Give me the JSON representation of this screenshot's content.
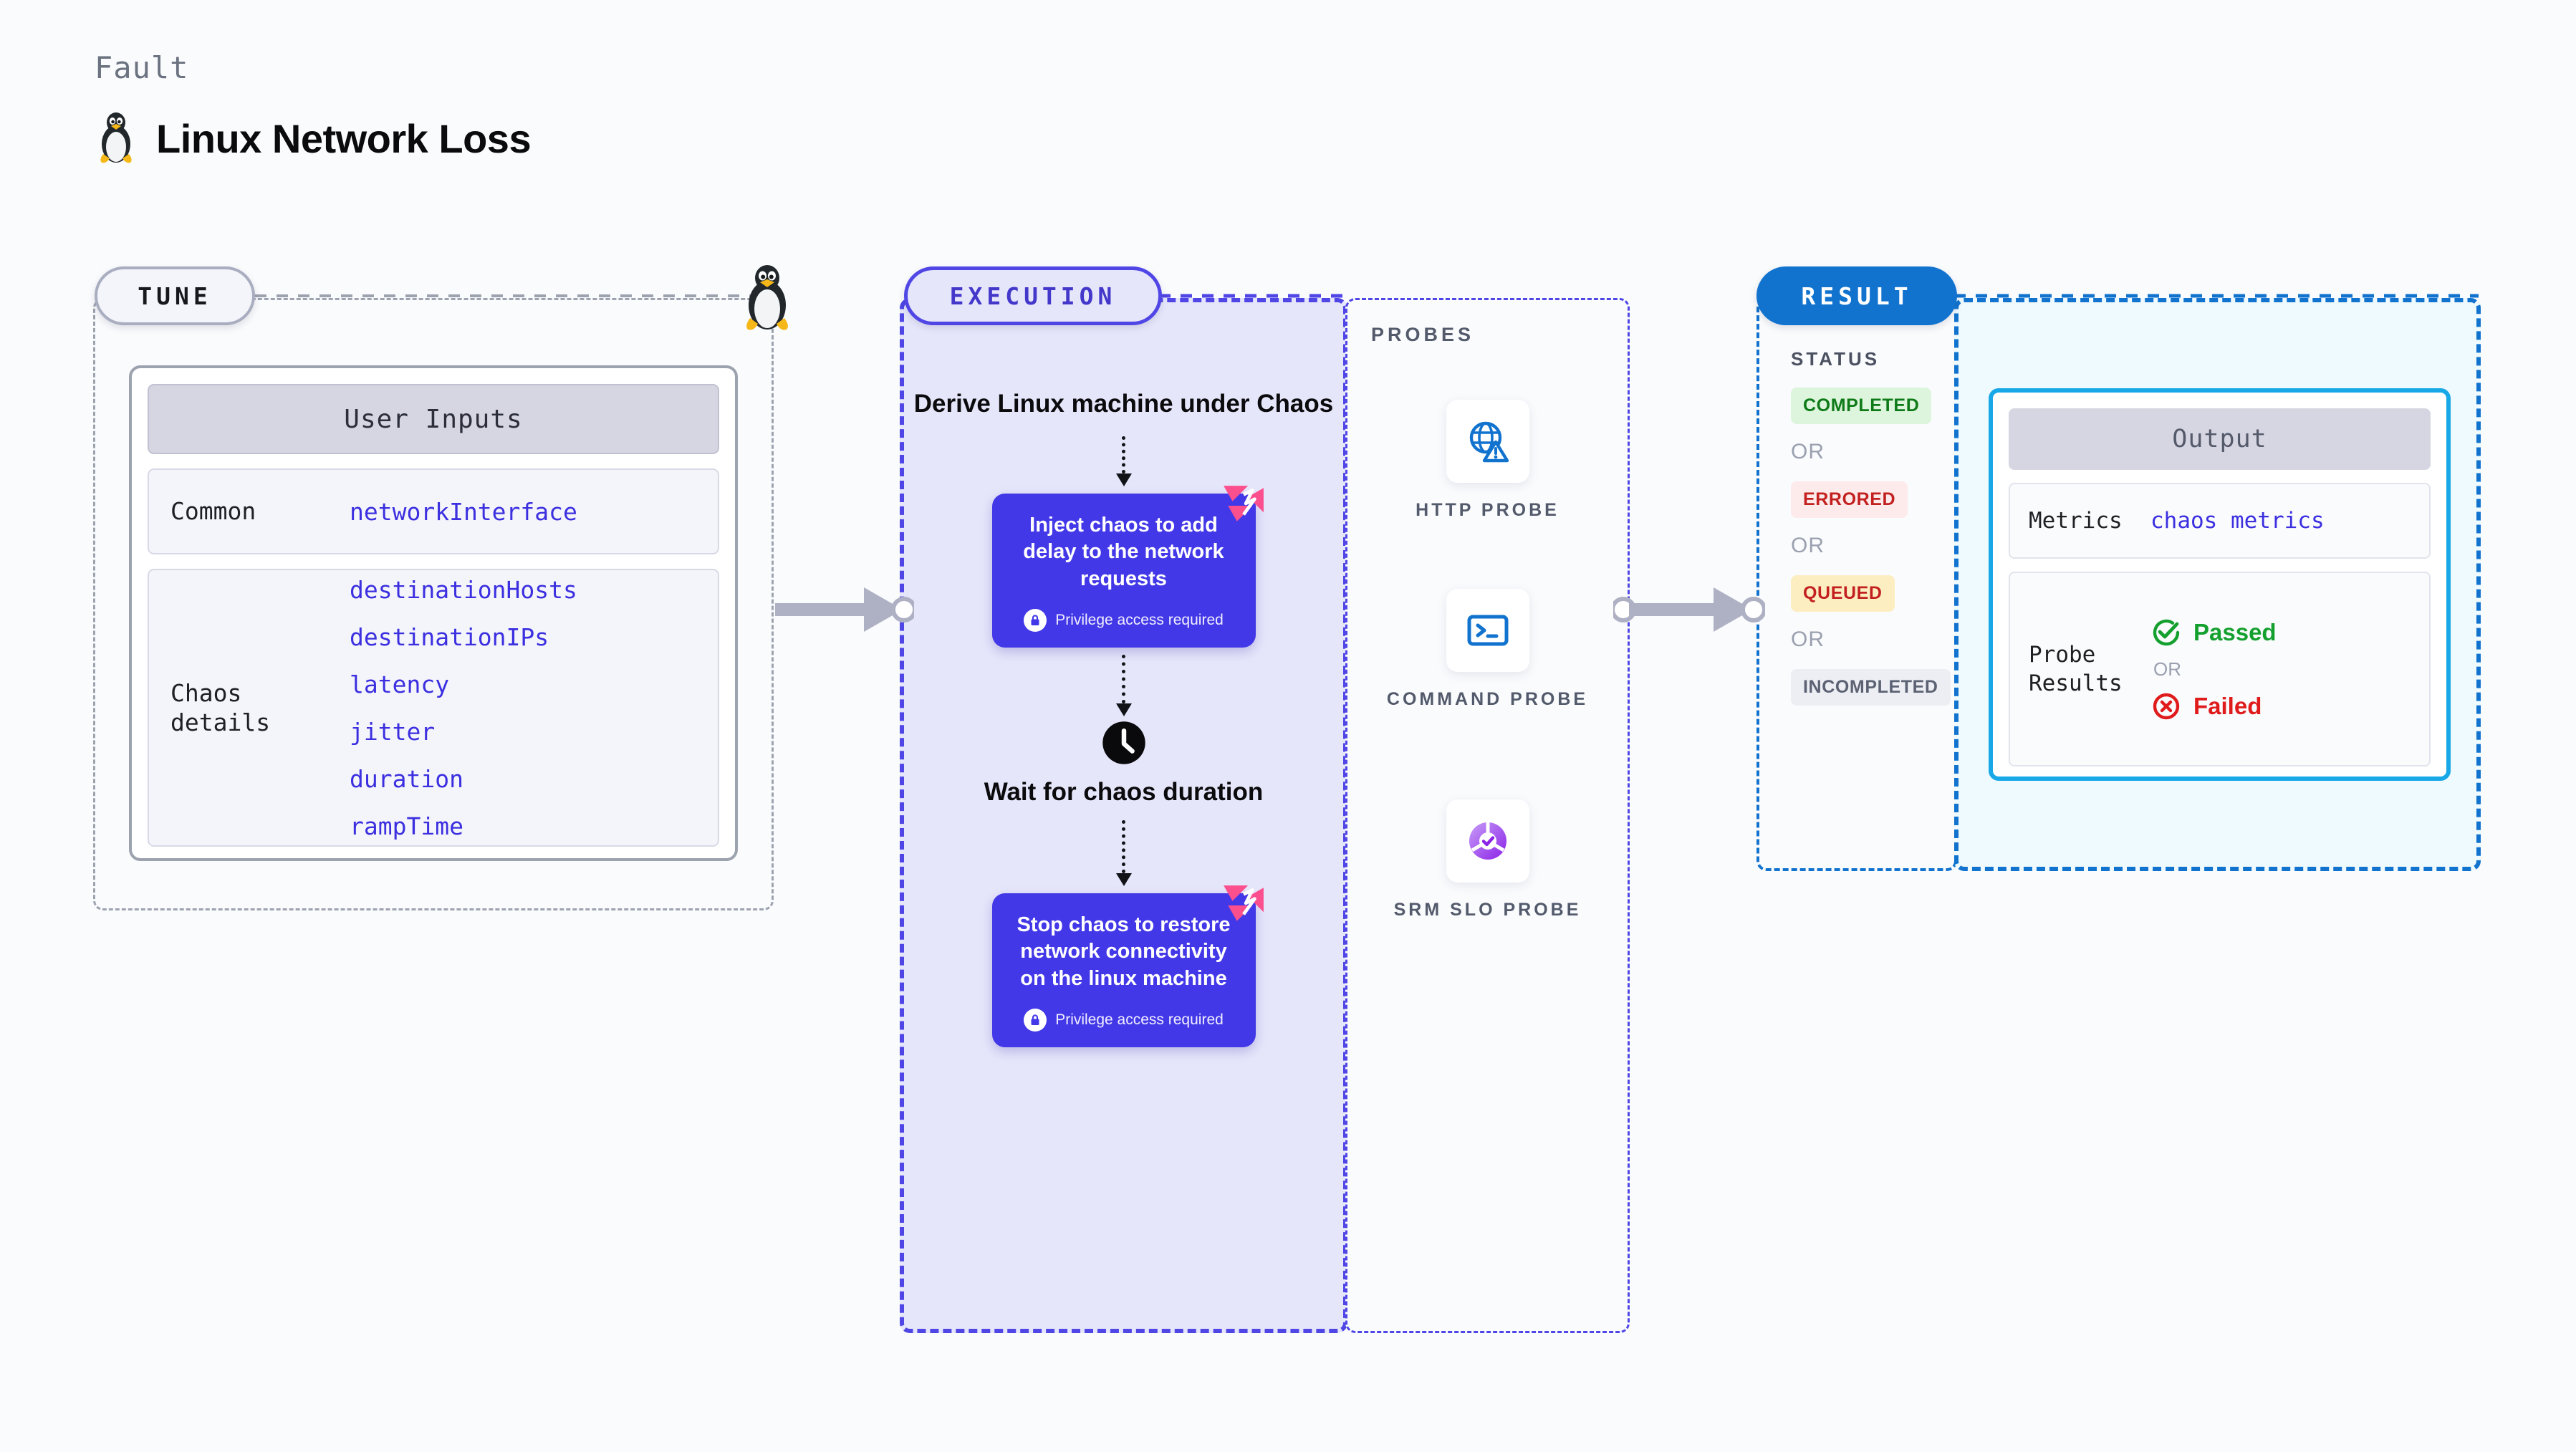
{
  "header": {
    "eyebrow": "Fault",
    "title": "Linux Network Loss",
    "icon": "tux-penguin-icon"
  },
  "tune": {
    "pill_label": "TUNE",
    "icon": "tux-penguin-icon",
    "card_header": "User Inputs",
    "rows": [
      {
        "label": "Common",
        "values": [
          "networkInterface"
        ]
      },
      {
        "label": "Chaos details",
        "values": [
          "destinationHosts",
          "destinationIPs",
          "latency",
          "jitter",
          "duration",
          "rampTime"
        ]
      }
    ]
  },
  "execution": {
    "pill_label": "EXECUTION",
    "heading": "Derive Linux machine under Chaos",
    "steps": [
      {
        "title": "Inject chaos to add delay to the network requests",
        "privilege_note": "Privilege access required",
        "badge_icon": "harness-logo-icon"
      },
      {
        "title": "Wait for chaos duration",
        "icon": "clock-icon"
      },
      {
        "title": "Stop chaos to restore network connectivity on the linux machine",
        "privilege_note": "Privilege access required",
        "badge_icon": "harness-logo-icon"
      }
    ]
  },
  "probes": {
    "label": "PROBES",
    "items": [
      {
        "caption": "HTTP PROBE",
        "icon": "globe-warning-icon"
      },
      {
        "caption": "COMMAND PROBE",
        "icon": "terminal-icon"
      },
      {
        "caption": "SRM SLO PROBE",
        "icon": "srm-slo-icon"
      }
    ]
  },
  "result": {
    "pill_label": "RESULT",
    "status_label": "STATUS",
    "or_label": "OR",
    "statuses": [
      {
        "text": "COMPLETED",
        "bg": "#dcf5dc",
        "fg": "#0f7a18"
      },
      {
        "text": "ERRORED",
        "bg": "#fdeaea",
        "fg": "#c32020"
      },
      {
        "text": "QUEUED",
        "bg": "#fdeec2",
        "fg": "#c32020"
      },
      {
        "text": "INCOMPLETED",
        "bg": "#eceef4",
        "fg": "#5c6273"
      }
    ]
  },
  "output": {
    "header": "Output",
    "metrics_label": "Metrics",
    "metrics_value": "chaos metrics",
    "probe_results_label": "Probe Results",
    "or_label": "OR",
    "passed_label": "Passed",
    "failed_label": "Failed",
    "passed_color": "#14a02e",
    "failed_color": "#e01b1b"
  },
  "colors": {
    "accent_purple": "#4338e8",
    "accent_blue": "#1273cf",
    "code_blue": "#3b2fe0",
    "panel_lavender": "#e6e6fb",
    "panel_cyan": "#effaff"
  }
}
